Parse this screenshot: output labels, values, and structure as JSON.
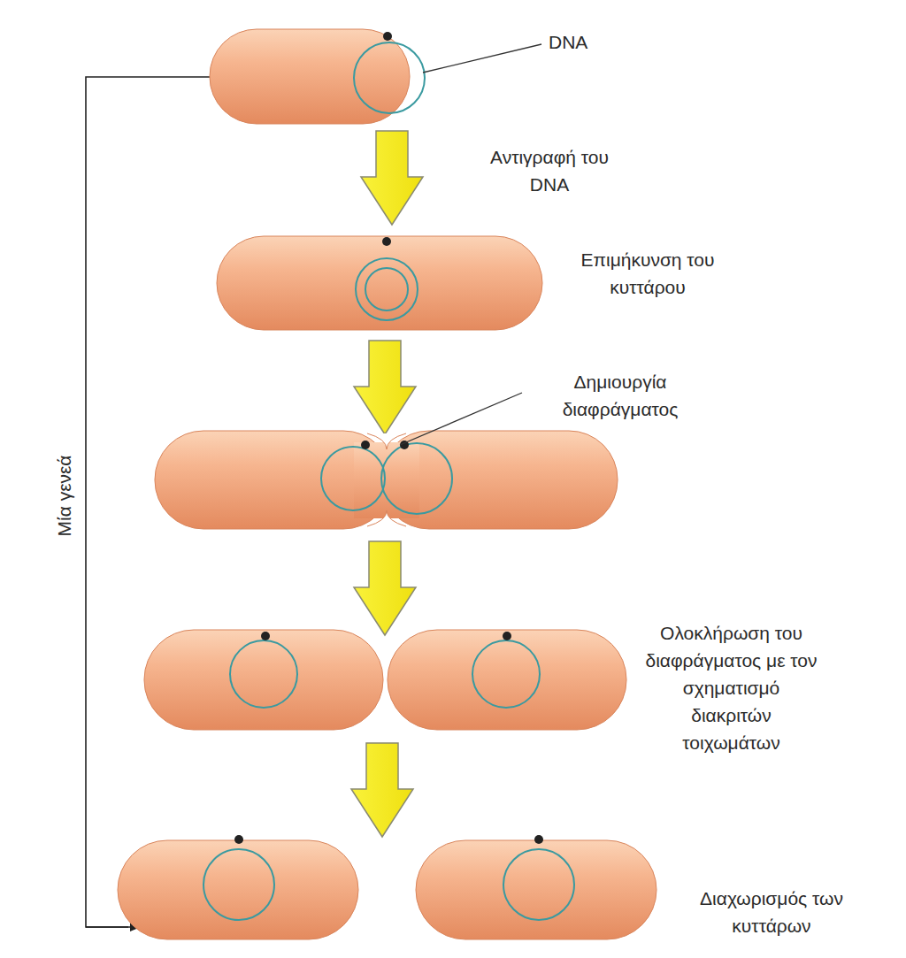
{
  "diagram": {
    "labels": [
      "DNA",
      "Αντιγραφή του DNA",
      "Επιμήκυνση του κυττάρου",
      "Δημιουργία διαφράγματος",
      "Ολοκλήρωση του διαφράγματος με τον σχηματισμό διακριτών τοιχωμάτων",
      "Διαχωρισμός των κυττάρων",
      "Μία γενεά"
    ]
  }
}
